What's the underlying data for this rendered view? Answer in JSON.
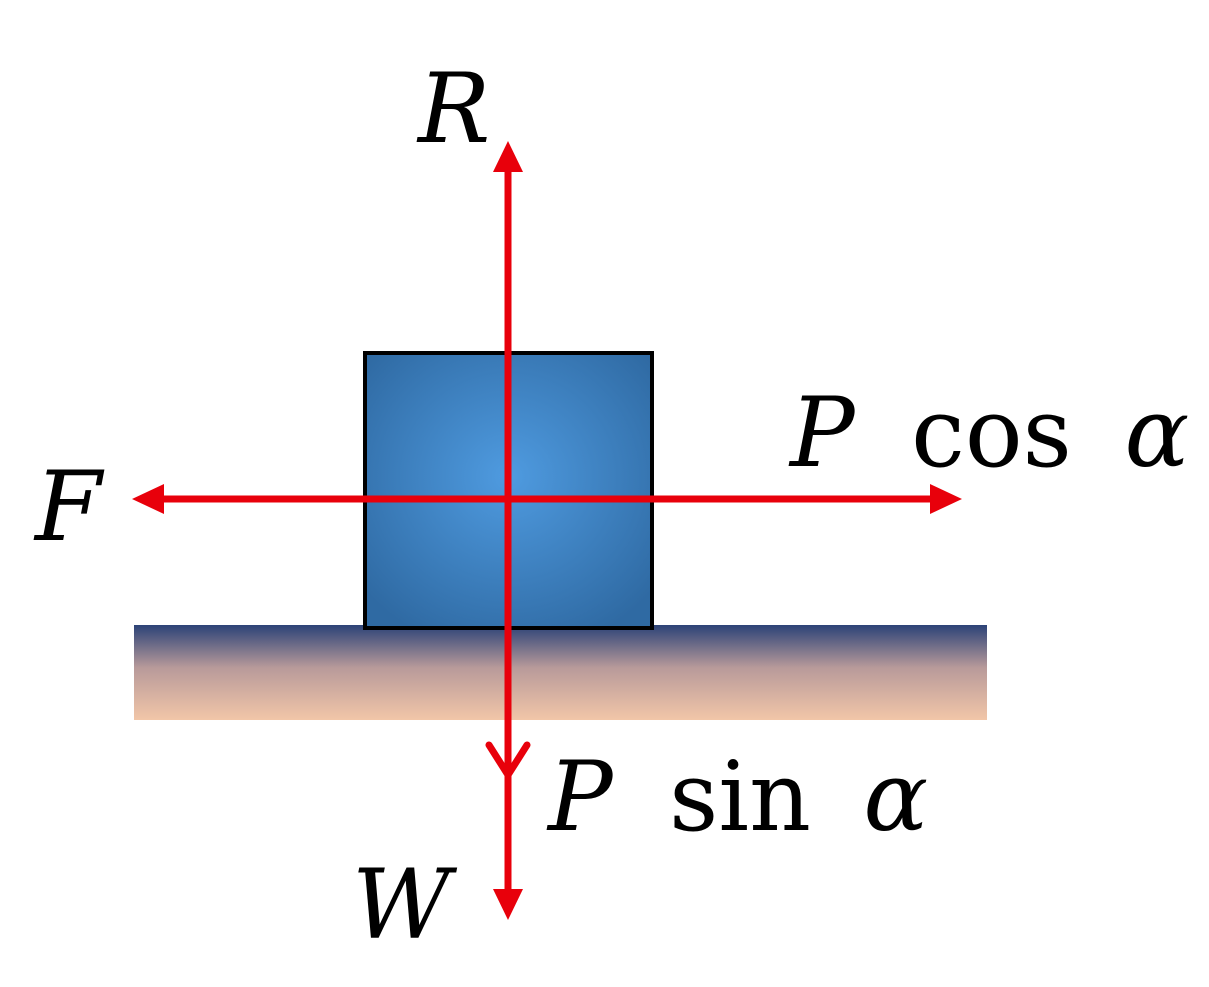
{
  "diagram": {
    "labels": {
      "R": "R",
      "F": "F",
      "W": "W",
      "p_cos": {
        "var": "P",
        "fn": "cos",
        "angle": "α"
      },
      "p_sin": {
        "var": "P",
        "fn": "sin",
        "angle": "α"
      }
    },
    "colors": {
      "arrow": "#e8000b",
      "block_center": "#4f9be0",
      "block_edge": "#2f6aa3",
      "block_border": "#000000",
      "ground_top": "#2c4377",
      "ground_bottom": "#f2c6a8",
      "text": "#000000"
    }
  }
}
